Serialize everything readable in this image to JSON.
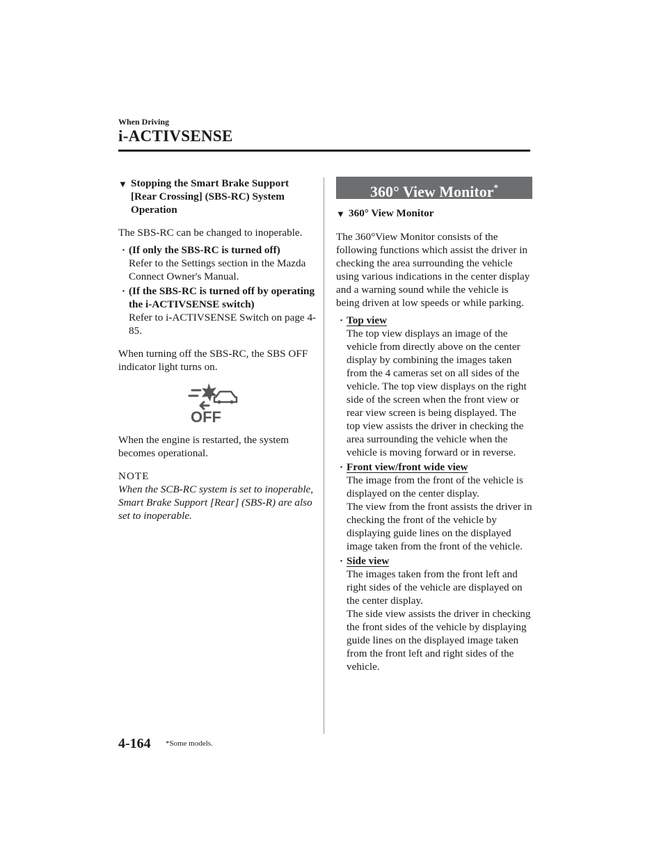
{
  "header": {
    "section": "When Driving",
    "chapter": "i-ACTIVSENSE"
  },
  "left": {
    "heading": "Stopping the Smart Brake Support [Rear Crossing] (SBS-RC) System Operation",
    "intro": "The SBS-RC can be changed to inoperable.",
    "bullets": [
      {
        "title": "(If only the SBS-RC is turned off)",
        "text": "Refer to the Settings section in the Mazda Connect Owner's Manual."
      },
      {
        "title": "(If the SBS-RC is turned off by operating the i-ACTIVSENSE switch)",
        "text": "Refer to i-ACTIVSENSE Switch on page 4-85."
      }
    ],
    "turn_off_text": "When turning off the SBS-RC, the SBS OFF indicator light turns on.",
    "indicator_label": "OFF",
    "restart_text": "When the engine is restarted, the system becomes operational.",
    "note_label": "NOTE",
    "note_text": "When the SCB-RC system is set to inoperable, Smart Brake Support [Rear] (SBS-R) are also set to inoperable."
  },
  "right": {
    "banner_title": "360° View Monitor",
    "banner_mark": "*",
    "heading": "360° View Monitor",
    "intro": "The 360°View Monitor consists of the following functions which assist the driver in checking the area surrounding the vehicle using various indications in the center display and a warning sound while the vehicle is being driven at low speeds or while parking.",
    "bullets": [
      {
        "title": "Top view",
        "text": "The top view displays an image of the vehicle from directly above on the center display by combining the images taken from the 4 cameras set on all sides of the vehicle. The top view displays on the right side of the screen when the front view or rear view screen is being displayed. The top view assists the driver in checking the area surrounding the vehicle when the vehicle is moving forward or in reverse."
      },
      {
        "title": "Front view/front wide view",
        "text": "The image from the front of the vehicle is displayed on the center display.",
        "text2": "The view from the front assists the driver in checking the front of the vehicle by displaying guide lines on the displayed image taken from the front of the vehicle."
      },
      {
        "title": "Side view",
        "text": "The images taken from the front left and right sides of the vehicle are displayed on the center display.",
        "text2": "The side view assists the driver in checking the front sides of the vehicle by displaying guide lines on the displayed image taken from the front left and right sides of the vehicle."
      }
    ]
  },
  "footer": {
    "page_number": "4-164",
    "footnote": "*Some models."
  }
}
